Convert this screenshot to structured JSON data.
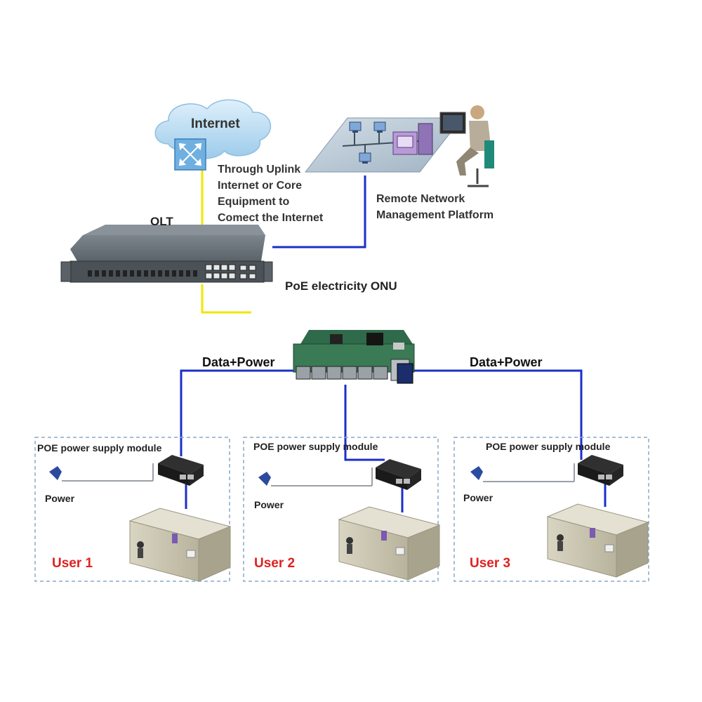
{
  "labels": {
    "internet": "Internet",
    "uplink_line1": "Through Uplink",
    "uplink_line2": "Internet or Core",
    "uplink_line3": "Equipment to",
    "uplink_line4": "Comect the Internet",
    "remote_line1": "Remote Network",
    "remote_line2": "Management Platform",
    "olt": "OLT",
    "onu": "PoE electricity ONU",
    "data_power_left": "Data+Power",
    "data_power_right": "Data+Power"
  },
  "users": [
    {
      "module": "POE power supply module",
      "power": "Power",
      "name": "User 1"
    },
    {
      "module": "POE power supply module",
      "power": "Power",
      "name": "User 2"
    },
    {
      "module": "POE power supply module",
      "power": "Power",
      "name": "User 3"
    }
  ],
  "colors": {
    "uplink_line": "#f2e600",
    "data_line": "#1a2fc8",
    "user_label": "#e02020",
    "cloud": "#bfe0f5",
    "dashed_box": "#8aa8c8"
  }
}
